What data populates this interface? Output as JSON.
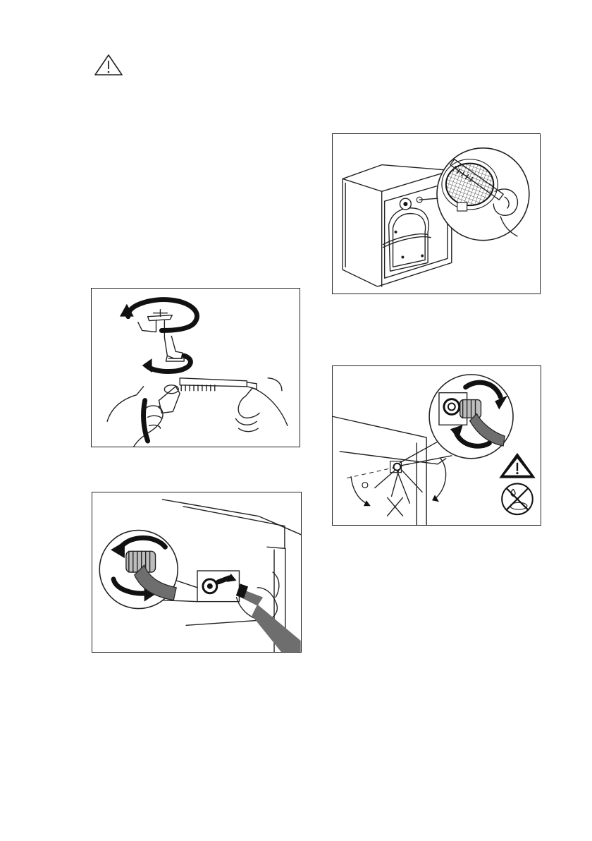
{
  "page": {
    "background": "#ffffff",
    "line_color": "#222222"
  },
  "warning_icon": {
    "icon": "warning-triangle-icon"
  },
  "figures": [
    {
      "id": "faucet-cleaning",
      "icons": [
        "tap-icon",
        "rotate-arrow-icon",
        "brush-icon",
        "hand-icon"
      ]
    },
    {
      "id": "hose-disconnect",
      "icons": [
        "hose-connector-icon",
        "rotate-arrow-icon",
        "hand-icon"
      ]
    },
    {
      "id": "filter-cleaning",
      "icons": [
        "washing-machine-back-icon",
        "filter-mesh-icon",
        "brush-icon",
        "hand-icon"
      ]
    },
    {
      "id": "hose-reconnect",
      "icons": [
        "hose-connector-icon",
        "rotate-arrow-icon",
        "warning-triangle-icon",
        "no-leak-icon"
      ]
    }
  ]
}
